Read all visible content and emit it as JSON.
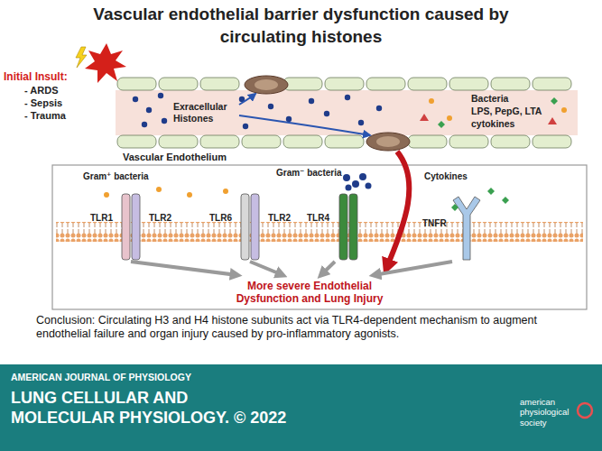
{
  "diagram": {
    "title": "Vascular endothelial barrier dysfunction caused by circulating histones",
    "caption": "Conclusion: Circulating H3 and H4 histone subunits act via TLR4-dependent mechanism to augment endothelial failure and organ injury caused by pro-inflammatory agonists.",
    "nodes": [
      {
        "text": [
          "TLR1",
          "TLR2"
        ]
      },
      {
        "text": [
          "TLR6",
          "TLR2"
        ]
      },
      {
        "text": [
          "TLR4"
        ]
      },
      {
        "text": [
          "TNFR"
        ]
      },
      {
        "text": [
          "More severe Endothelial Dysfunction and Lung Injury"
        ]
      }
    ],
    "edges": [
      {
        "from": 0,
        "to": 4,
        "arrow": "to"
      },
      {
        "from": 1,
        "to": 4,
        "arrow": "to"
      },
      {
        "from": 2,
        "to": 4,
        "arrow": "to"
      },
      {
        "from": 3,
        "to": 4,
        "arrow": "to"
      }
    ],
    "labels": [
      "Initial Insult:",
      "- ARDS",
      "- Sepsis",
      "- Trauma",
      "Exracellular Histones",
      "Bacteria",
      "LPS, PepG, LTA",
      "cytokines",
      "Vascular Endothelium",
      "Gram⁺ bacteria",
      "Gram⁻ bacteria",
      "Cytokines",
      "AMERICAN JOURNAL OF PHYSIOLOGY",
      "LUNG CELLULAR AND",
      "MOLECULAR PHYSIOLOGY. © 2022",
      "american physiological society"
    ]
  }
}
